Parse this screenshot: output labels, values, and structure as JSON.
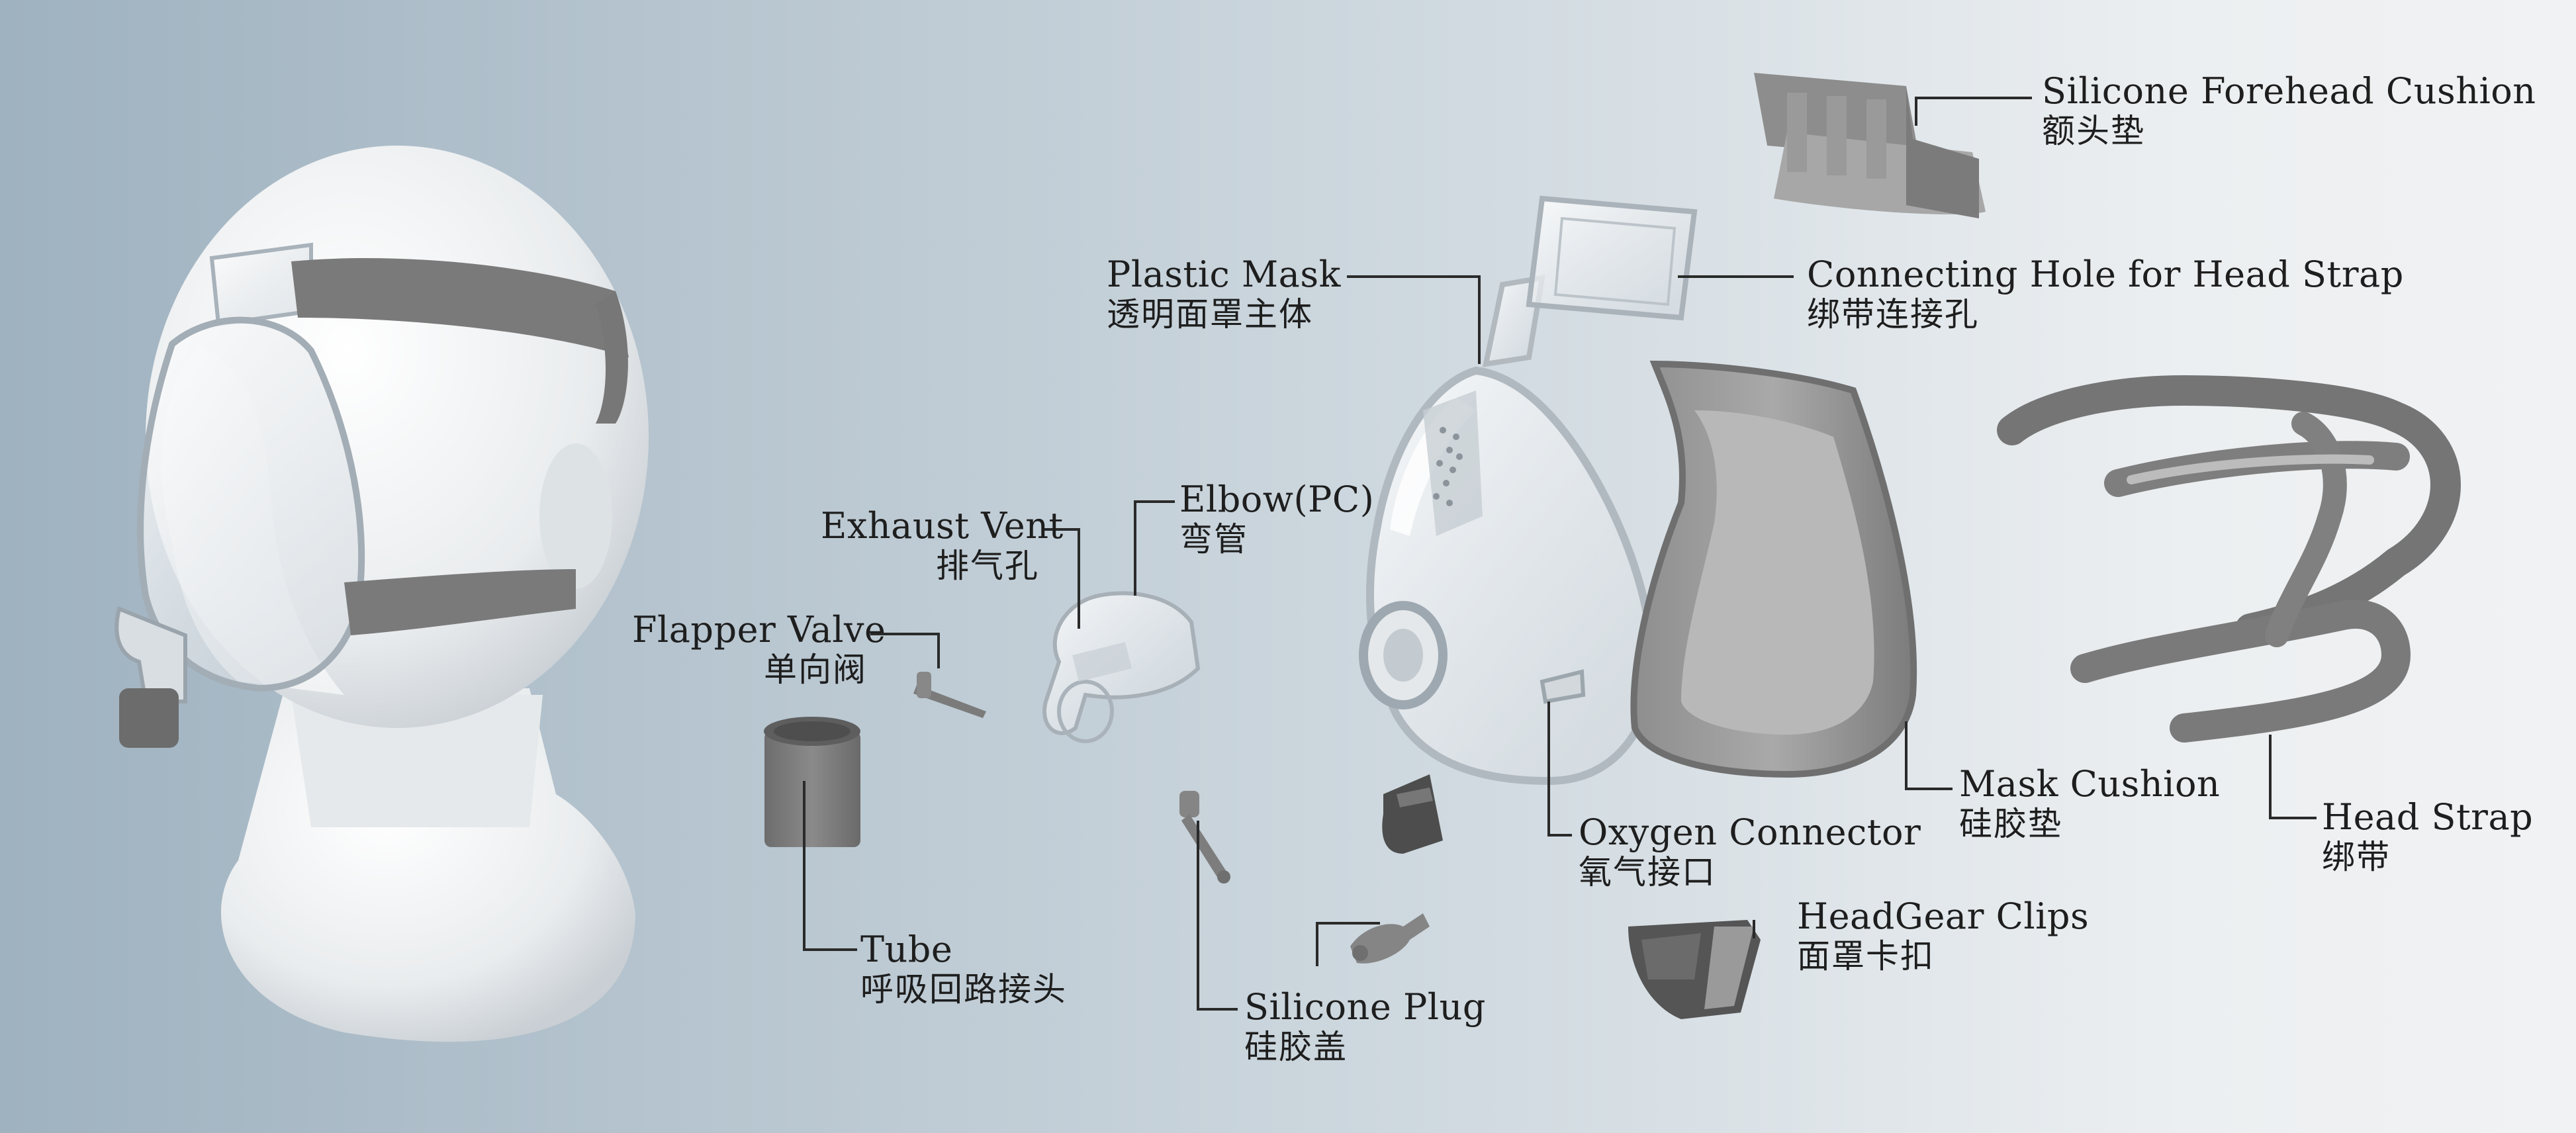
{
  "labels": {
    "forehead_cushion": {
      "en": "Silicone Forehead Cushion",
      "zh": "额头垫"
    },
    "connecting_hole": {
      "en": "Connecting Hole for Head Strap",
      "zh": "绑带连接孔"
    },
    "plastic_mask": {
      "en": "Plastic Mask",
      "zh": "透明面罩主体"
    },
    "elbow": {
      "en": "Elbow(PC)",
      "zh": "弯管"
    },
    "exhaust_vent": {
      "en": "Exhaust Vent",
      "zh": "排气孔"
    },
    "flapper_valve": {
      "en": "Flapper Valve",
      "zh": "单向阀"
    },
    "tube": {
      "en": "Tube",
      "zh": "呼吸回路接头"
    },
    "silicone_plug": {
      "en": "Silicone Plug",
      "zh": "硅胶盖"
    },
    "oxygen_connector": {
      "en": "Oxygen Connector",
      "zh": "氧气接口"
    },
    "headgear_clips": {
      "en": "HeadGear Clips",
      "zh": "面罩卡扣"
    },
    "mask_cushion": {
      "en": "Mask Cushion",
      "zh": "硅胶垫"
    },
    "head_strap": {
      "en": "Head Strap",
      "zh": "绑带"
    }
  }
}
